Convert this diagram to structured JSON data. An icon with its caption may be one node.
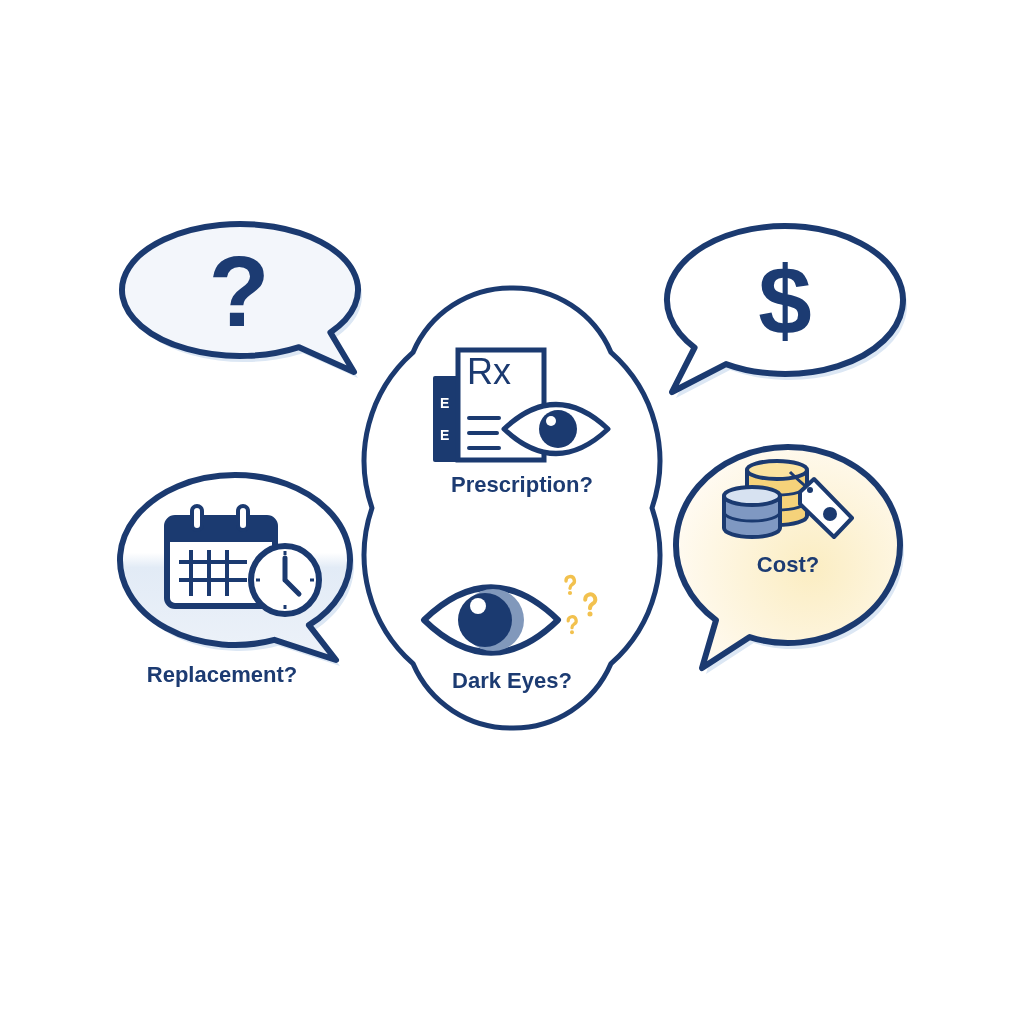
{
  "diagram": {
    "nodes": [
      {
        "text": [
          "?"
        ]
      },
      {
        "text": [
          "$"
        ]
      },
      {
        "text": [
          "Prescription?",
          "Dark Eyes?"
        ]
      },
      {
        "text": [
          "Replacement?"
        ]
      },
      {
        "text": [
          "Cost?"
        ]
      }
    ],
    "labels": [
      "Rx",
      "E",
      "E"
    ]
  }
}
